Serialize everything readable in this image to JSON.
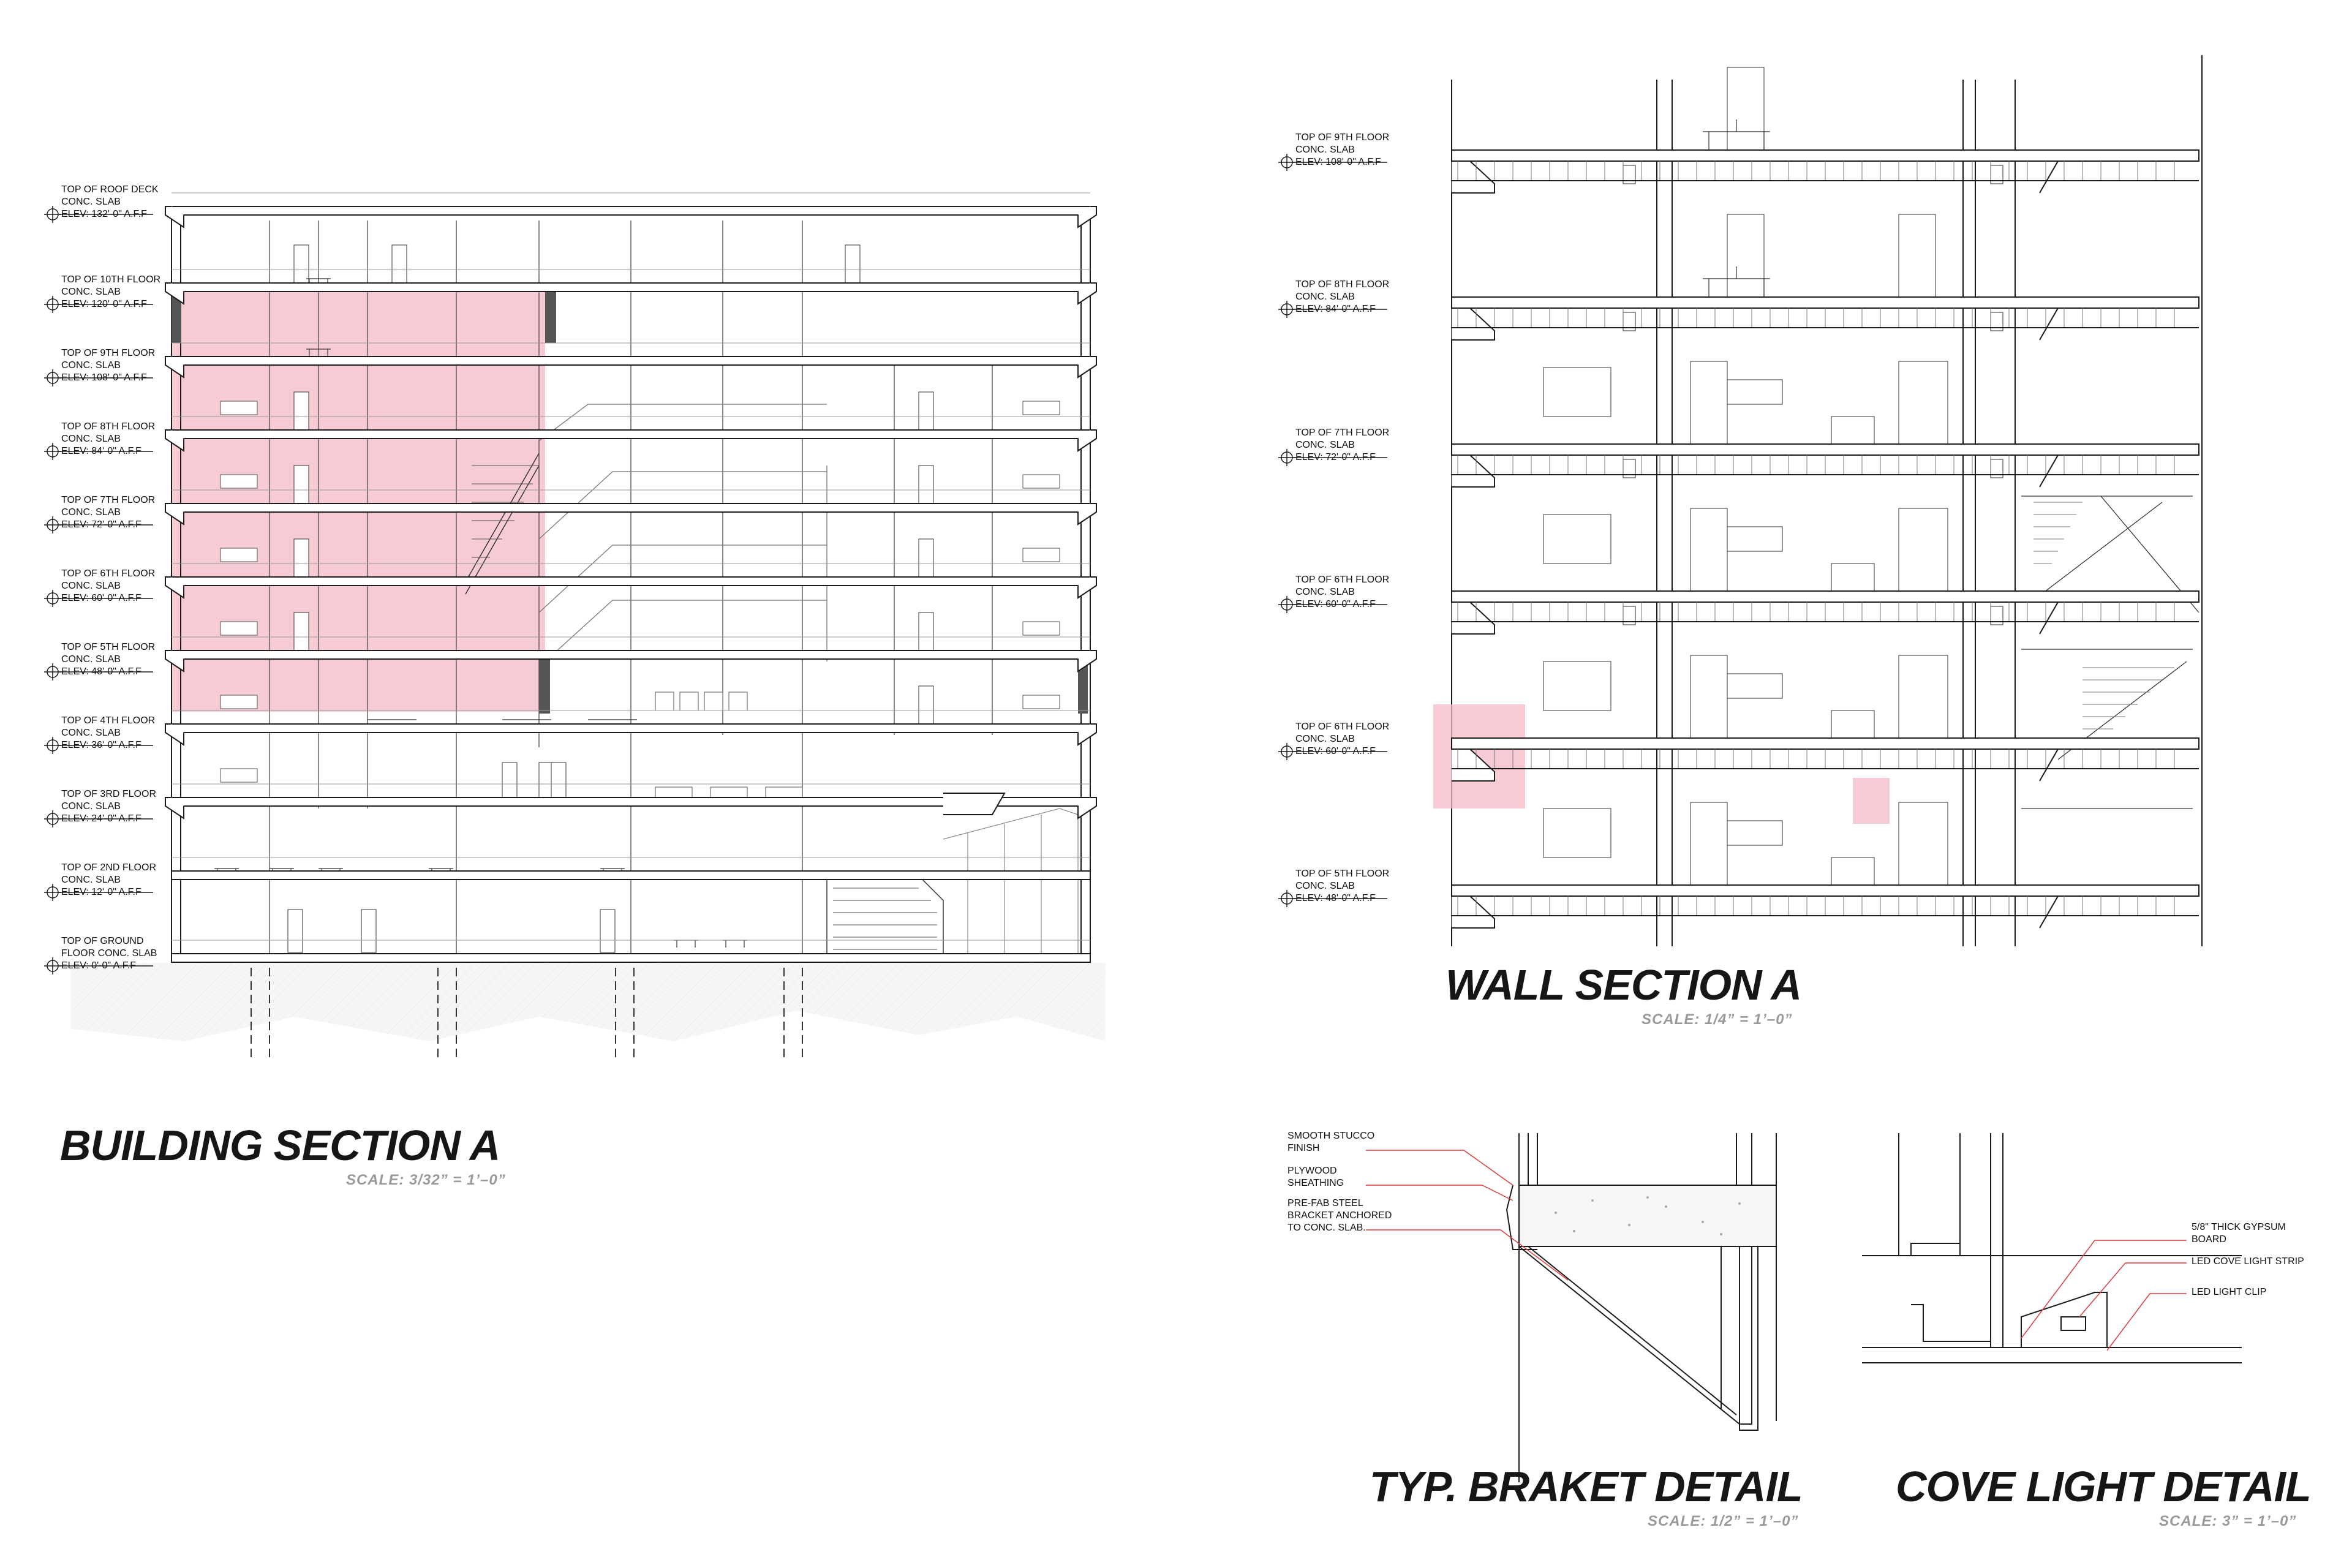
{
  "building_section": {
    "title": "BUILDING SECTION A",
    "scale": "SCALE: 3/32” = 1’–0”",
    "levels": [
      {
        "lines": [
          "TOP OF ROOF DECK",
          "CONC. SLAB",
          "ELEV: 132'-0\" A.F.F"
        ]
      },
      {
        "lines": [
          "TOP OF 10TH FLOOR",
          "CONC. SLAB",
          "ELEV: 120'-0\" A.F.F"
        ]
      },
      {
        "lines": [
          "TOP OF 9TH FLOOR",
          "CONC. SLAB",
          "ELEV: 108'-0\" A.F.F"
        ]
      },
      {
        "lines": [
          "TOP OF 8TH FLOOR",
          "CONC. SLAB",
          "ELEV: 84'-0\" A.F.F"
        ]
      },
      {
        "lines": [
          "TOP OF 7TH FLOOR",
          "CONC. SLAB",
          "ELEV: 72'-0\" A.F.F"
        ]
      },
      {
        "lines": [
          "TOP OF 6TH FLOOR",
          "CONC. SLAB",
          "ELEV: 60'-0\" A.F.F"
        ]
      },
      {
        "lines": [
          "TOP OF 5TH FLOOR",
          "CONC. SLAB",
          "ELEV: 48'-0\" A.F.F"
        ]
      },
      {
        "lines": [
          "TOP OF 4TH FLOOR",
          "CONC. SLAB",
          "ELEV: 36'-0\" A.F.F"
        ]
      },
      {
        "lines": [
          "TOP OF 3RD FLOOR",
          "CONC. SLAB",
          "ELEV: 24'-0\" A.F.F"
        ]
      },
      {
        "lines": [
          "TOP OF 2ND FLOOR",
          "CONC. SLAB",
          "ELEV: 12'-0\" A.F.F"
        ]
      },
      {
        "lines": [
          "TOP OF GROUND",
          "FLOOR CONC. SLAB",
          "ELEV: 0'-0\" A.F.F"
        ]
      }
    ]
  },
  "wall_section": {
    "title": "WALL SECTION A",
    "scale": "SCALE: 1/4” = 1’–0”",
    "levels": [
      {
        "lines": [
          "TOP OF 9TH FLOOR",
          "CONC. SLAB",
          "ELEV: 108'-0\" A.F.F"
        ]
      },
      {
        "lines": [
          "TOP OF 8TH FLOOR",
          "CONC. SLAB",
          "ELEV: 84'-0\" A.F.F"
        ]
      },
      {
        "lines": [
          "TOP OF 7TH FLOOR",
          "CONC. SLAB",
          "ELEV: 72'-0\" A.F.F"
        ]
      },
      {
        "lines": [
          "TOP OF 6TH FLOOR",
          "CONC. SLAB",
          "ELEV: 60'-0\" A.F.F"
        ]
      },
      {
        "lines": [
          "TOP OF 6TH FLOOR",
          "CONC. SLAB",
          "ELEV: 60'-0\" A.F.F"
        ]
      },
      {
        "lines": [
          "TOP OF 5TH FLOOR",
          "CONC. SLAB",
          "ELEV: 48'-0\" A.F.F"
        ]
      }
    ]
  },
  "bracket_detail": {
    "title": "TYP. BRAKET DETAIL",
    "scale": "SCALE: 1/2” = 1’–0”",
    "notes": [
      {
        "lines": [
          "SMOOTH STUCCO",
          "FINISH"
        ]
      },
      {
        "lines": [
          "PLYWOOD",
          "SHEATHING"
        ]
      },
      {
        "lines": [
          "PRE-FAB STEEL",
          "BRACKET ANCHORED",
          "TO CONC. SLAB."
        ]
      }
    ]
  },
  "cove_detail": {
    "title": "COVE LIGHT DETAIL",
    "scale": "SCALE: 3” = 1’–0”",
    "notes": [
      {
        "lines": [
          "5/8\" THICK GYPSUM",
          "BOARD"
        ]
      },
      {
        "lines": [
          "LED COVE LIGHT STRIP"
        ]
      },
      {
        "lines": [
          "LED LIGHT CLIP"
        ]
      }
    ]
  },
  "colors": {
    "line": "#1a1a1a",
    "highlight": "#f3b9c4",
    "ground": "#e9ecef",
    "leader": "#e03a3a"
  }
}
